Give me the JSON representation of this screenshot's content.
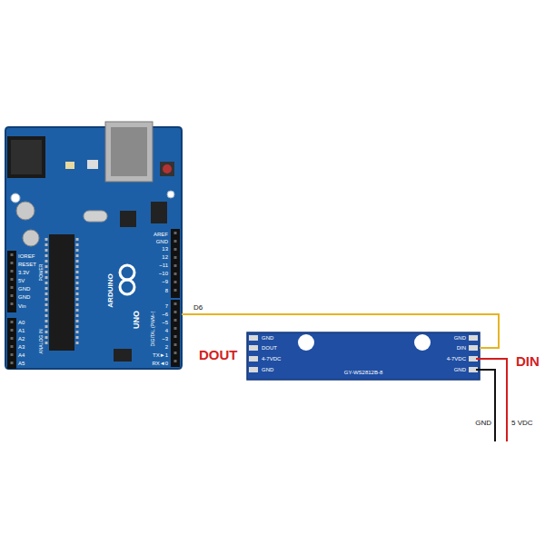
{
  "diagram": {
    "nodes": [
      {
        "text": [
          "ARDUINO",
          "UNO"
        ]
      },
      {
        "text": [
          "GY-WS2812B-8"
        ]
      }
    ],
    "edges": [
      {
        "from": 0,
        "to": 1,
        "arrow": "none",
        "label": "D6"
      }
    ],
    "labels": [
      "IOREF",
      "RESET",
      "3.3V",
      "5V",
      "GND",
      "GND",
      "Vin",
      "A0",
      "A1",
      "A2",
      "A3",
      "A4",
      "A5",
      "POWER",
      "ANALOG IN",
      "AREF",
      "GND",
      "13",
      "12",
      "~11",
      "~10",
      "~9",
      "8",
      "7",
      "~6",
      "~5",
      "4",
      "~3",
      "2",
      "TX►1",
      "RX◄0",
      "DIGITAL (PWM~)",
      "GND",
      "DOUT",
      "4-7VDC",
      "GND",
      "GND",
      "DIN",
      "4-7VDC",
      "GND",
      "DOUT",
      "DIN",
      "GND",
      "5 VDC"
    ]
  }
}
